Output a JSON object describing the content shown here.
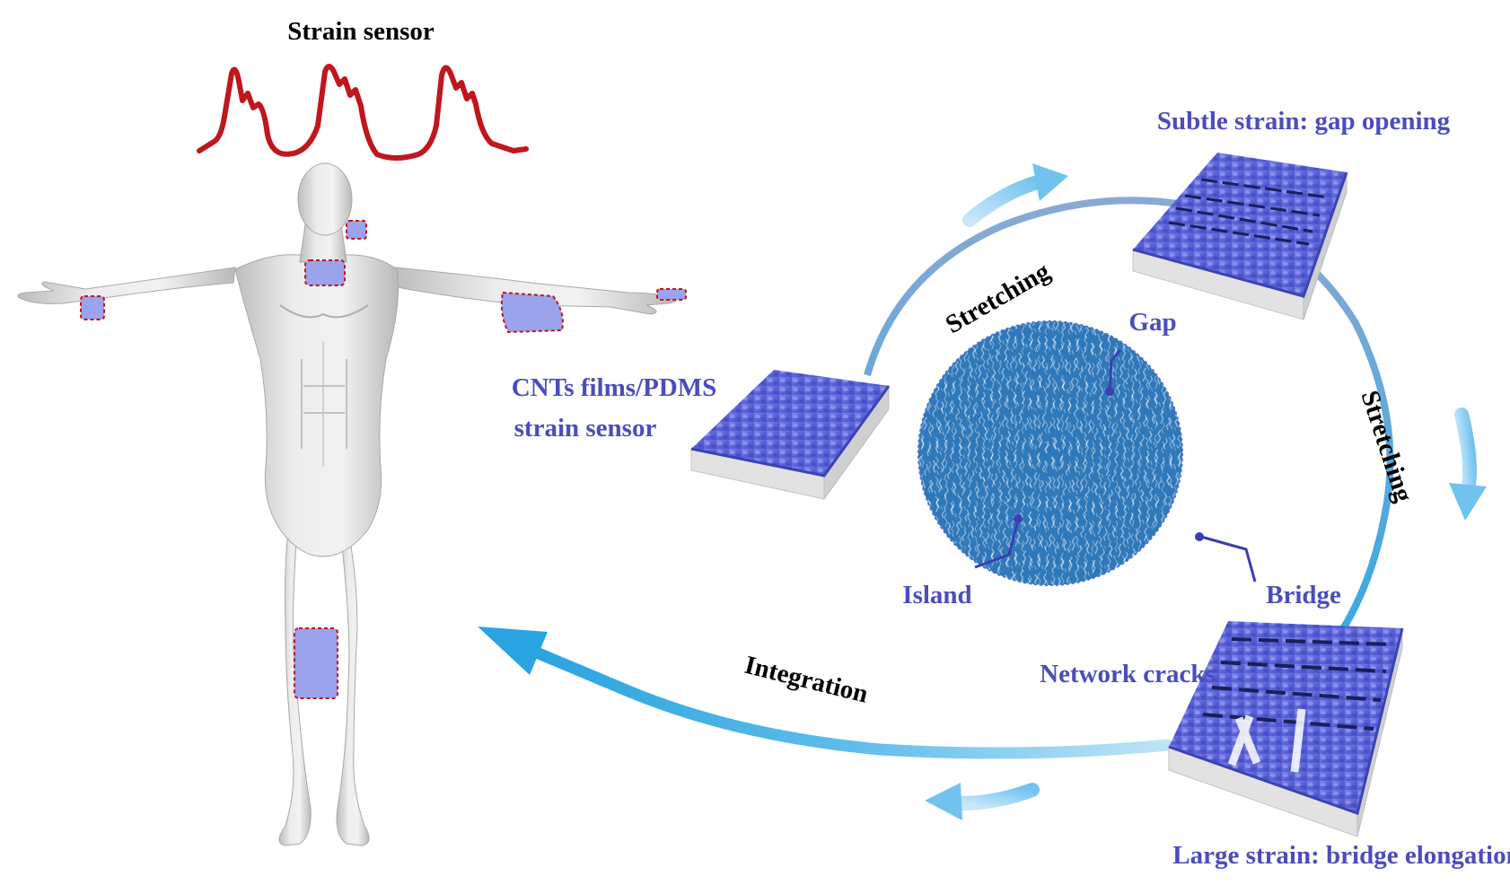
{
  "labels": {
    "strain_sensor": "Strain sensor",
    "subtle_strain": "Subtle strain: gap opening",
    "cnt_line1": "CNTs films/PDMS",
    "cnt_line2": "strain sensor",
    "stretching_top": "Stretching",
    "stretching_right": "Stretching",
    "gap": "Gap",
    "island": "Island",
    "bridge": "Bridge",
    "network_cracks": "Network cracks",
    "integration": "Integration",
    "large_strain": "Large strain: bridge elongation"
  },
  "colors": {
    "label_blue": "#4b4dbb",
    "signal_red": "#c0161c",
    "arrow_light": "#7dc8ee",
    "arrow_dark": "#3aa3dc",
    "cycle_arc": "#7ea4cf",
    "film_blue": "#5e66dc",
    "film_base": "#dcdcdc",
    "micrograph": "#2f78b9",
    "sensor_patch": "#9aa3ec",
    "patch_outline": "#c0161c",
    "body": "#d8d8d8"
  },
  "icons": {
    "body": "human-body-figure",
    "sensor_patch": "sensor-patch-icon",
    "film": "film-block-icon",
    "micrograph": "crack-micrograph-icon"
  }
}
